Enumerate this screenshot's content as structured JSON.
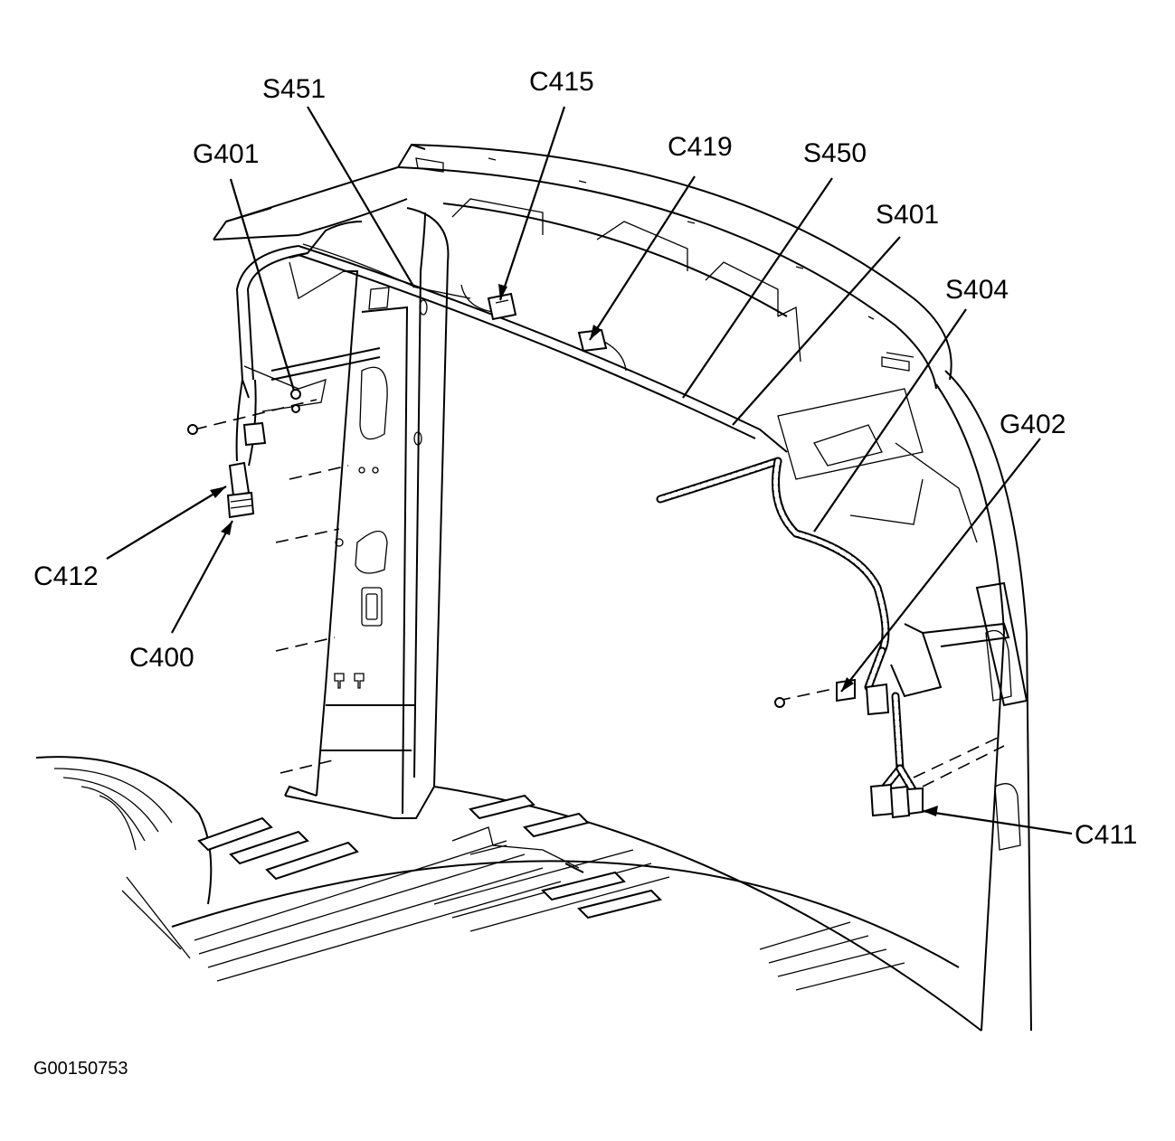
{
  "callouts": {
    "s451": "S451",
    "c415": "C415",
    "g401": "G401",
    "c419": "C419",
    "s450": "S450",
    "s401": "S401",
    "s404": "S404",
    "g402": "G402",
    "c412": "C412",
    "c400": "C400",
    "c411": "C411"
  },
  "figure_id": "G00150753"
}
